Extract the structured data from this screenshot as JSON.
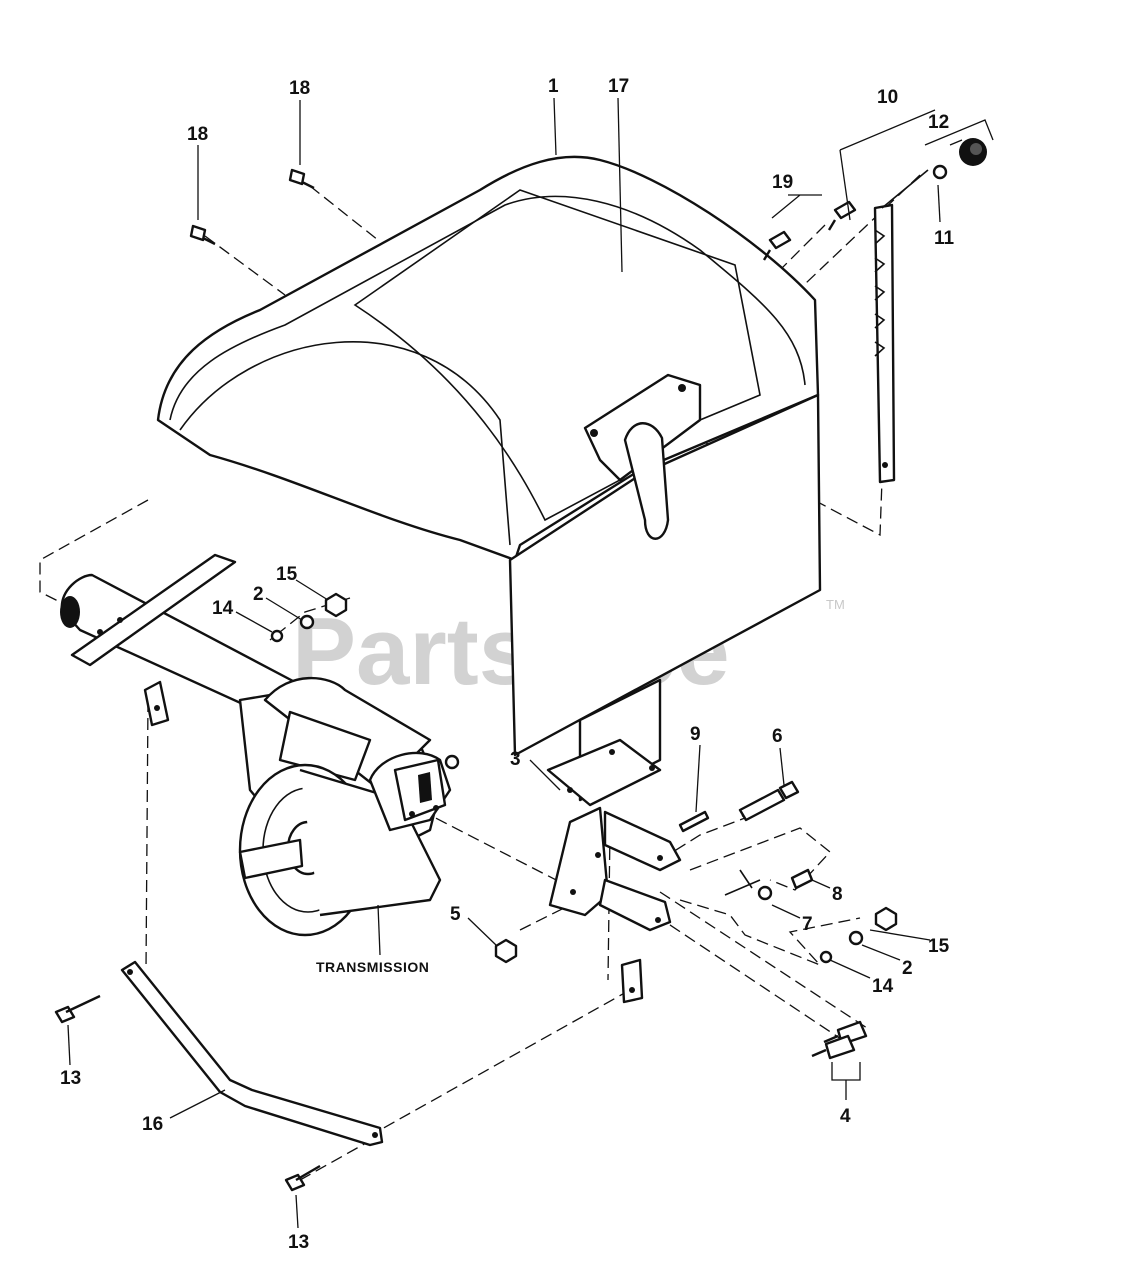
{
  "diagram": {
    "callouts": {
      "c1": "1",
      "c2a": "2",
      "c2b": "2",
      "c3": "3",
      "c4": "4",
      "c5": "5",
      "c6": "6",
      "c7": "7",
      "c8": "8",
      "c9": "9",
      "c10": "10",
      "c11": "11",
      "c12": "12",
      "c13a": "13",
      "c13b": "13",
      "c14a": "14",
      "c14b": "14",
      "c15a": "15",
      "c15b": "15",
      "c16": "16",
      "c17": "17",
      "c18a": "18",
      "c18b": "18",
      "c19": "19"
    },
    "transmission_label": "TRANSMISSION",
    "watermark": "PartsTree",
    "trademark": "TM"
  }
}
